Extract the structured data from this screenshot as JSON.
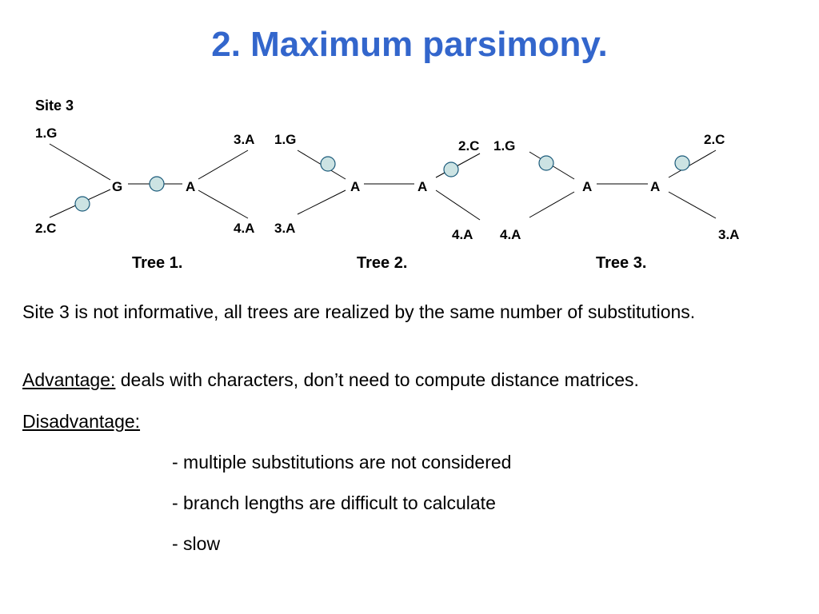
{
  "slide": {
    "title": "2. Maximum parsimony.",
    "site_label": "Site 3"
  },
  "colors": {
    "title": "#3366cc",
    "substitution_marker_fill": "#cce3e3",
    "substitution_marker_stroke": "#1a5a7a"
  },
  "trees": [
    {
      "caption": "Tree 1.",
      "leaves": [
        "1.G",
        "2.C",
        "3.A",
        "4.A"
      ],
      "internal_nodes": [
        "G",
        "A"
      ]
    },
    {
      "caption": "Tree 2.",
      "leaves": [
        "1.G",
        "3.A",
        "2.C",
        "4.A"
      ],
      "internal_nodes": [
        "A",
        "A"
      ]
    },
    {
      "caption": "Tree 3.",
      "leaves": [
        "1.G",
        "4.A",
        "2.C",
        "3.A"
      ],
      "internal_nodes": [
        "A",
        "A"
      ]
    }
  ],
  "body": {
    "statement": "Site 3 is not informative, all trees are realized by the same number of substitutions.",
    "advantage_label": "Advantage:",
    "advantage_text": " deals with characters, don’t need to compute distance matrices.",
    "disadvantage_label": "Disadvantage:",
    "disadvantages": [
      "- multiple substitutions are not considered",
      "- branch lengths are difficult to calculate",
      "- slow"
    ]
  }
}
